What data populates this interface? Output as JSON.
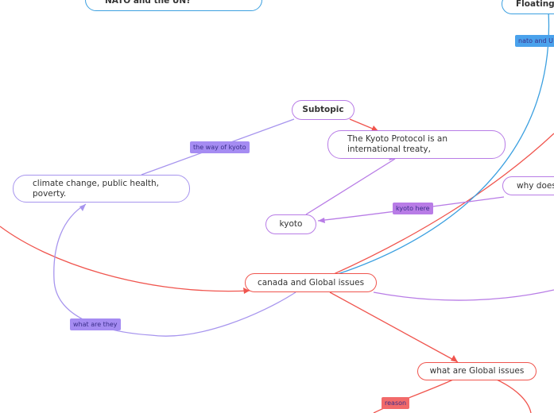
{
  "nodes": {
    "nato_question": "NATO and the UN?",
    "floating": "Floating t",
    "subtopic": "Subtopic",
    "kyoto_protocol": "The Kyoto Protocol is an international treaty,",
    "climate_change": "climate change, public health, poverty.",
    "kyoto": "kyoto",
    "why_does": "why does",
    "canada_global": "canada and Global issues",
    "what_global": "what are Global issues"
  },
  "labels": {
    "nato_un": "nato and U",
    "the_way_of_kyoto": "the way of kyoto",
    "kyoto_here": "kyoto here",
    "what_are_they": "what are they",
    "reason": "reason"
  },
  "colors": {
    "red": "#f0554e",
    "blue": "#3ca0e0",
    "purple": "#b87ce6",
    "violet": "#a795ee",
    "label_violet": "#a58cf2",
    "label_blue": "#4aa2ec",
    "label_red": "#f26a6a"
  }
}
